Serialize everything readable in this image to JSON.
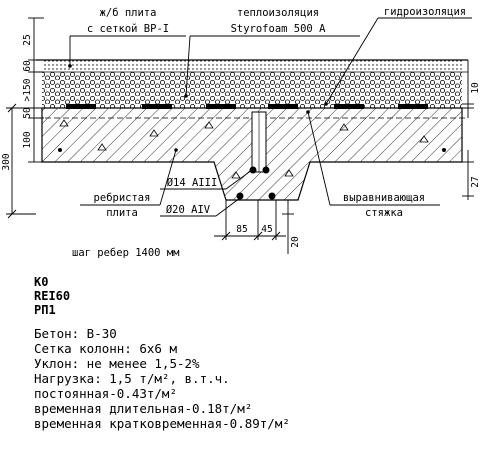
{
  "labels": {
    "slab_line1": "ж/б плита",
    "slab_line2": "с сеткой ВР-I",
    "insulation_line1": "теплоизоляция",
    "insulation_line2": "Styrofoam 500 A",
    "waterproofing": "гидроизоляция",
    "ribbed_slab_line1": "ребристая",
    "ribbed_slab_line2": "плита",
    "rebar_top": "Ø14 AIII",
    "rebar_bottom": "Ø20 AIV",
    "screed_line1": "выравнивающая",
    "screed_line2": "стяжка",
    "rib_step": "шаг ребер 1400 мм"
  },
  "dimensions": {
    "d25": "25",
    "d60": "60",
    "d150": ">150",
    "d50": "50",
    "d100": "100",
    "d300": "300",
    "d10": "10",
    "d27": "27",
    "d85": "85",
    "d45": "45",
    "d20": "20"
  },
  "classification": [
    "К0",
    "REI60",
    "РП1"
  ],
  "specs": [
    "Бетон: В-30",
    "Сетка колонн: 6х6 м",
    "Уклон: не менее 1,5-2%",
    "Нагрузка: 1,5 т/м², в.т.ч.",
    "постоянная-0.43т/м²",
    "временная длительная-0.18т/м²",
    "временная кратковременная-0.89т/м²"
  ]
}
